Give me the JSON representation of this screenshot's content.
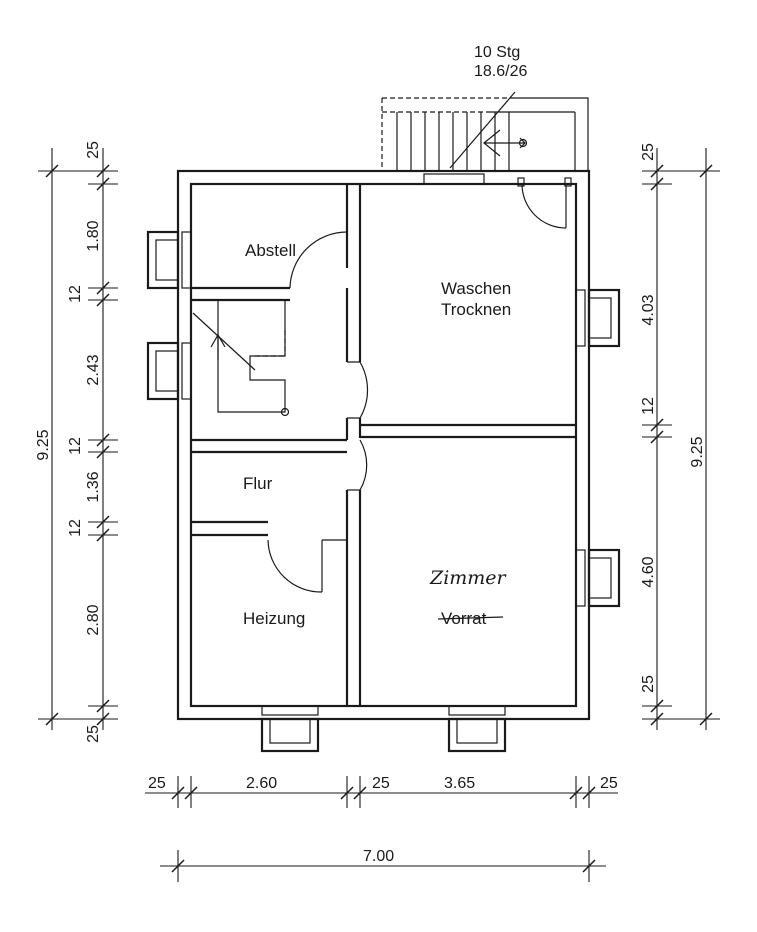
{
  "title": "Kellergeschoss Grundriss",
  "rooms": {
    "abstell": "Abstell",
    "waschen": "Waschen",
    "trocknen": "Trocknen",
    "flur": "Flur",
    "heizung": "Heizung",
    "vorrat": "Vorrat",
    "zimmer_handwritten": "Zimmer"
  },
  "stair": {
    "steps": "10 Stg",
    "ratio": "18.6/26"
  },
  "dimensions": {
    "left_total": "9.25",
    "left_segments": [
      "25",
      "1.80",
      "12",
      "2.43",
      "12",
      "1.36",
      "12",
      "2.80",
      "25"
    ],
    "right_total": "9.25",
    "right_segments": [
      "25",
      "4.03",
      "12",
      "4.60",
      "25"
    ],
    "bottom_segments": [
      "25",
      "2.60",
      "25",
      "3.65",
      "25"
    ],
    "bottom_total": "7.00"
  }
}
